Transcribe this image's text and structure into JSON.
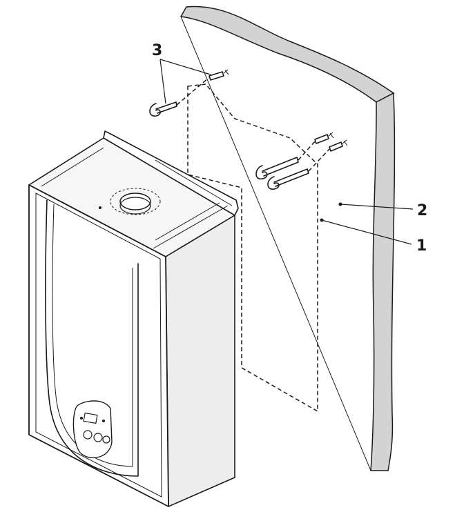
{
  "callouts": {
    "bracket_screws": "3",
    "wall": "2",
    "template": "1"
  }
}
